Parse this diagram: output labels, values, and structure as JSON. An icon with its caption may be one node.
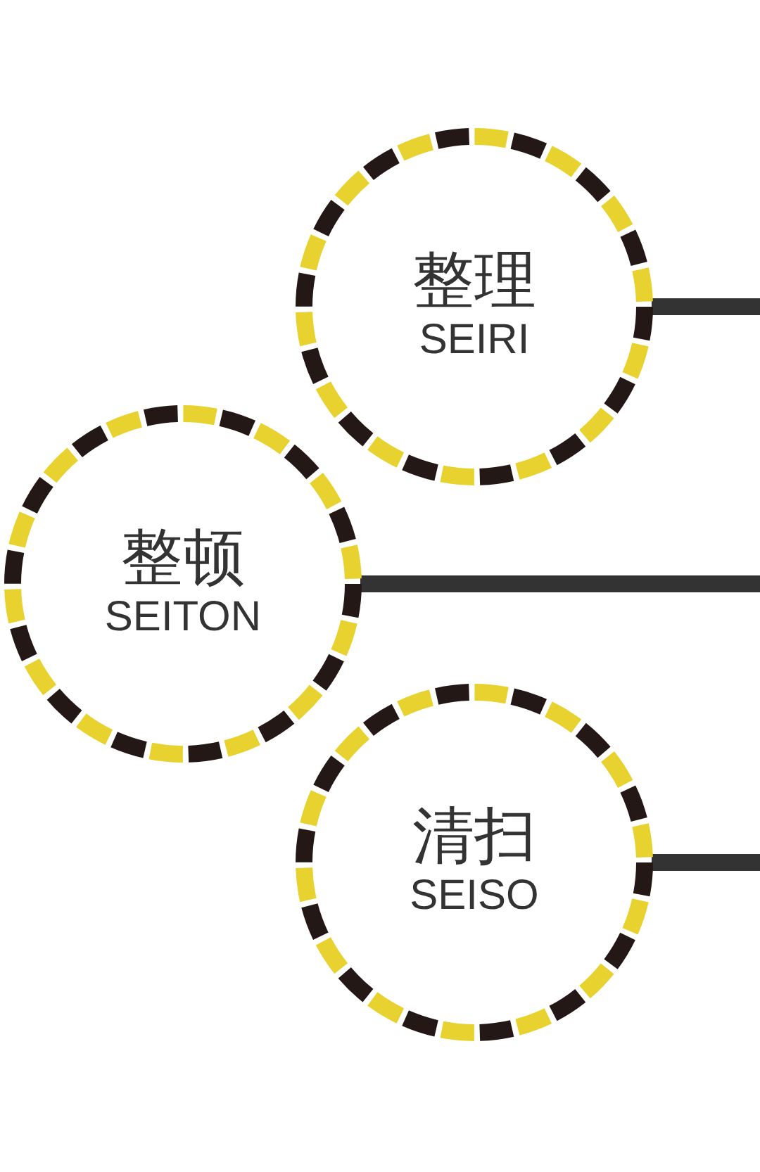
{
  "diagram": {
    "nodes": [
      {
        "text": [
          "整理",
          "SEIRI"
        ]
      },
      {
        "text": [
          "整顿",
          "SEITON"
        ]
      },
      {
        "text": [
          "清扫",
          "SEISO"
        ]
      }
    ],
    "edges": [
      {
        "from": 0,
        "to": null,
        "arrow": "none"
      },
      {
        "from": 1,
        "to": null,
        "arrow": "none"
      },
      {
        "from": 2,
        "to": null,
        "arrow": "none"
      }
    ]
  }
}
